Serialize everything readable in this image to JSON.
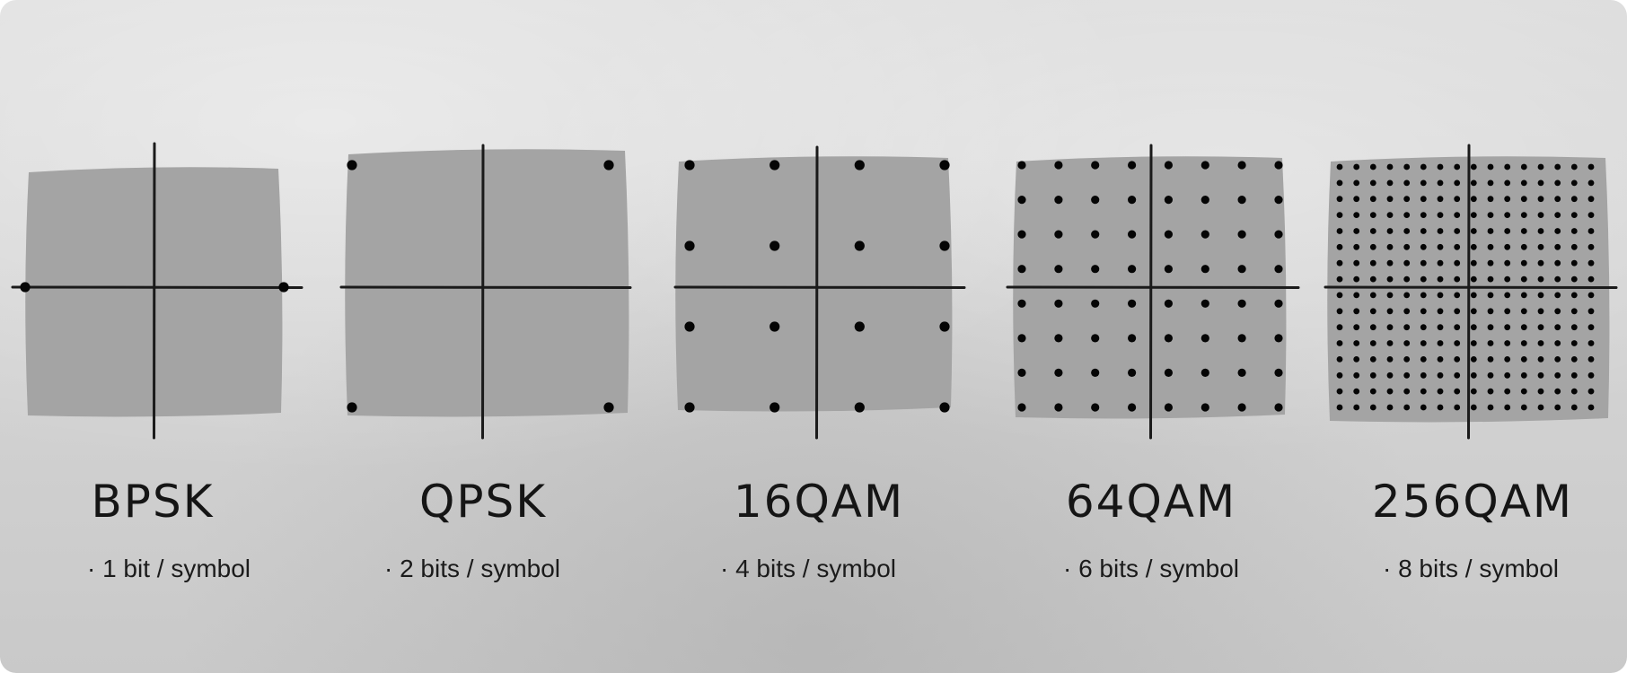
{
  "colors": {
    "background": "#d6d6d6",
    "plane": "#a4a4a4",
    "axis": "#1a1a1a",
    "point": "#050505"
  },
  "constellations": [
    {
      "name": "BPSK",
      "bits_per_symbol": 1,
      "bits_label": "· 1 bit / symbol",
      "grid": [
        2,
        1
      ],
      "layout": "axis"
    },
    {
      "name": "QPSK",
      "bits_per_symbol": 2,
      "bits_label": "· 2 bits / symbol",
      "grid": [
        2,
        2
      ],
      "layout": "corners"
    },
    {
      "name": "16QAM",
      "bits_per_symbol": 4,
      "bits_label": "· 4 bits / symbol",
      "grid": [
        4,
        4
      ],
      "layout": "grid"
    },
    {
      "name": "64QAM",
      "bits_per_symbol": 6,
      "bits_label": "· 6 bits / symbol",
      "grid": [
        8,
        8
      ],
      "layout": "grid"
    },
    {
      "name": "256QAM",
      "bits_per_symbol": 8,
      "bits_label": "· 8 bits / symbol",
      "grid": [
        16,
        16
      ],
      "layout": "grid"
    }
  ]
}
